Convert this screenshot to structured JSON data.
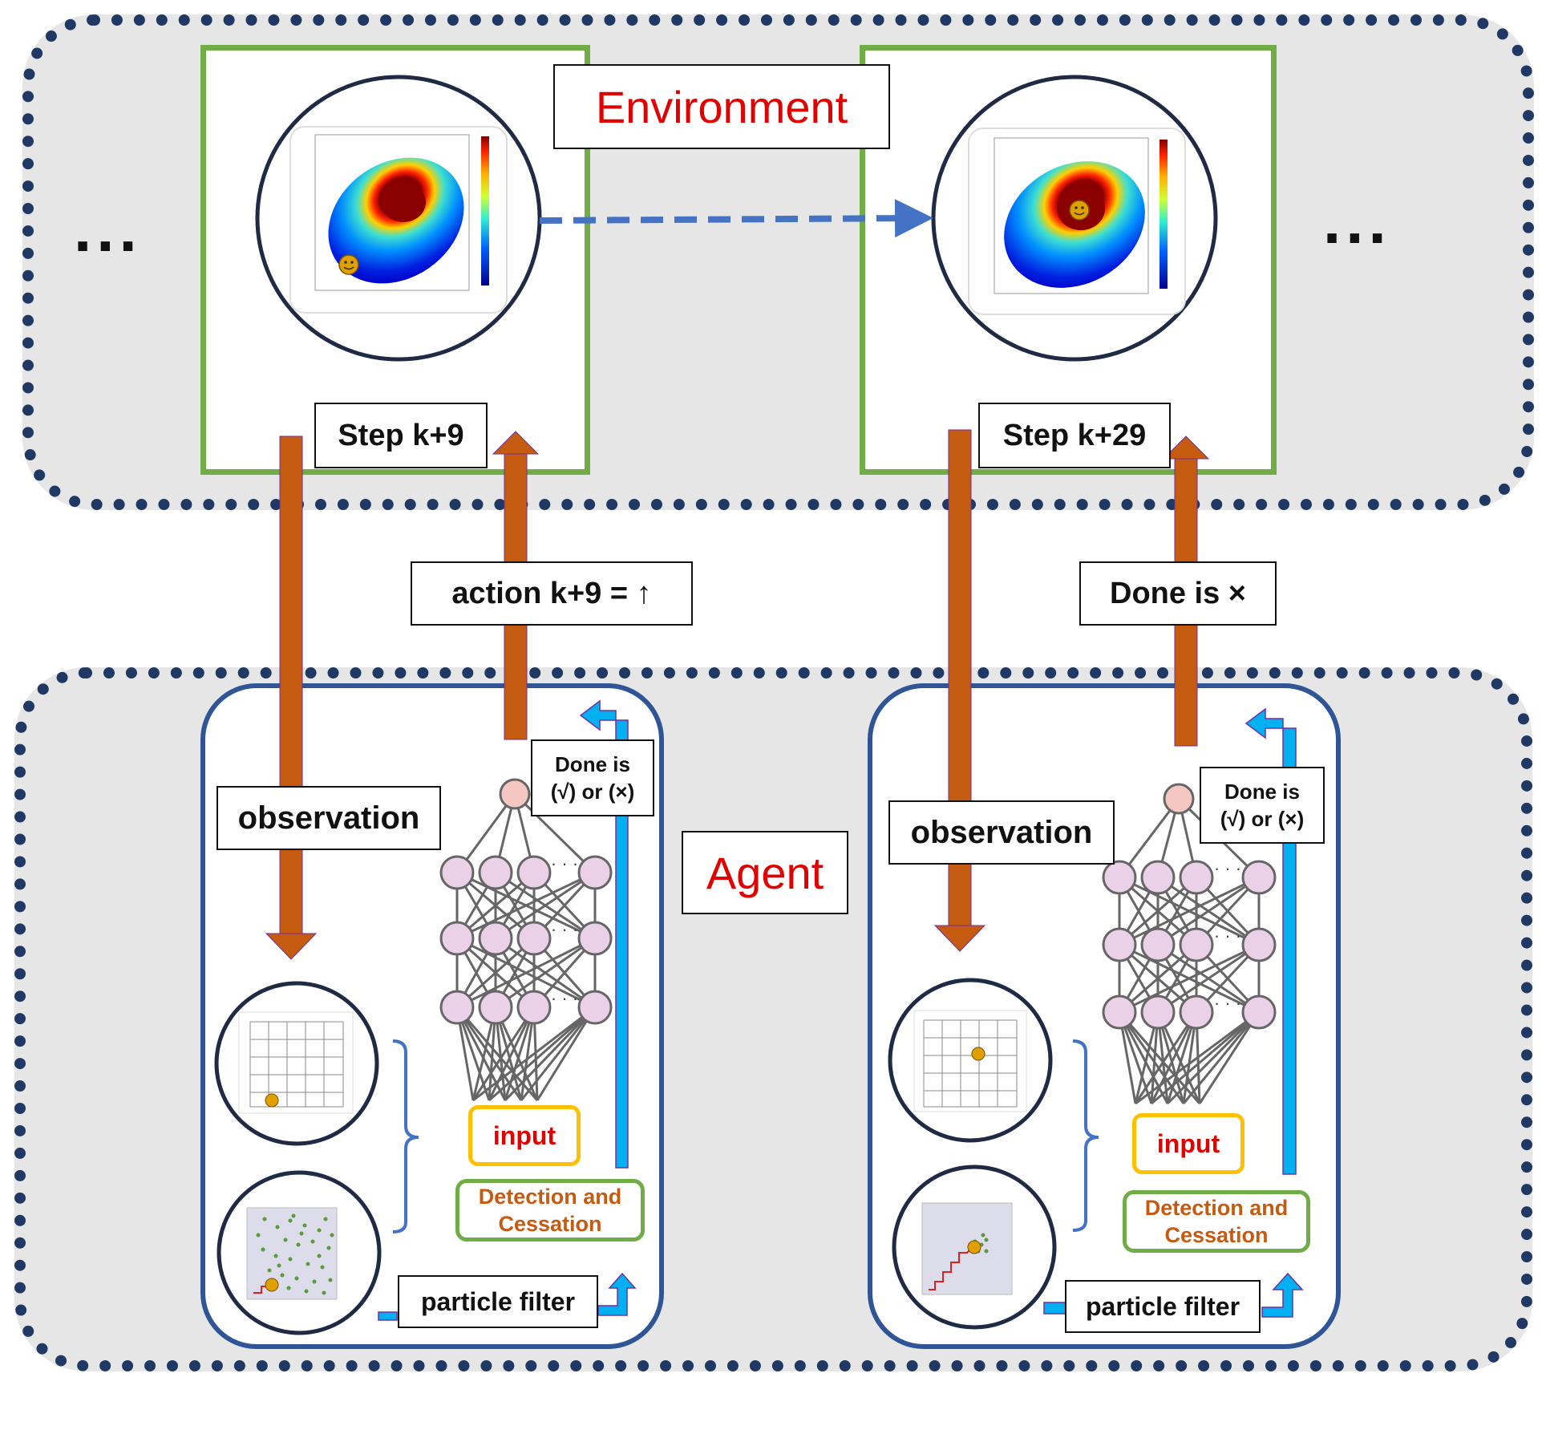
{
  "environment": {
    "label": "Environment",
    "left_step_label": "Step k+9",
    "right_step_label": "Step k+29",
    "ellipsis_left": "...",
    "ellipsis_right": "..."
  },
  "flows": {
    "action_label": "action k+9 = ↑",
    "done_label": "Done is ×"
  },
  "agent": {
    "label": "Agent",
    "left": {
      "observation_label": "observation",
      "done_box_line1": "Done is",
      "done_box_line2": "(√) or (×)",
      "input_label": "input",
      "detection_line1": "Detection and",
      "detection_line2": "Cessation",
      "particle_filter_label": "particle filter"
    },
    "right": {
      "observation_label": "observation",
      "done_box_line1": "Done is",
      "done_box_line2": "(√) or (×)",
      "input_label": "input",
      "detection_line1": "Detection and",
      "detection_line2": "Cessation",
      "particle_filter_label": "particle filter"
    }
  },
  "colors": {
    "region_border": "#1f3864",
    "region_fill": "#e6e6e6",
    "env_frame": "#70ad47",
    "agent_frame": "#2f5597",
    "flow_arrow": "#c55a11",
    "feedback_arrow": "#00b0f0",
    "title_red": "#e00000",
    "node_fill": "#ead1e7",
    "output_node_fill": "#f4c7c3"
  },
  "icons": {
    "agent_marker": "smiley-face-icon",
    "ellipsis": "ellipsis-icon"
  }
}
